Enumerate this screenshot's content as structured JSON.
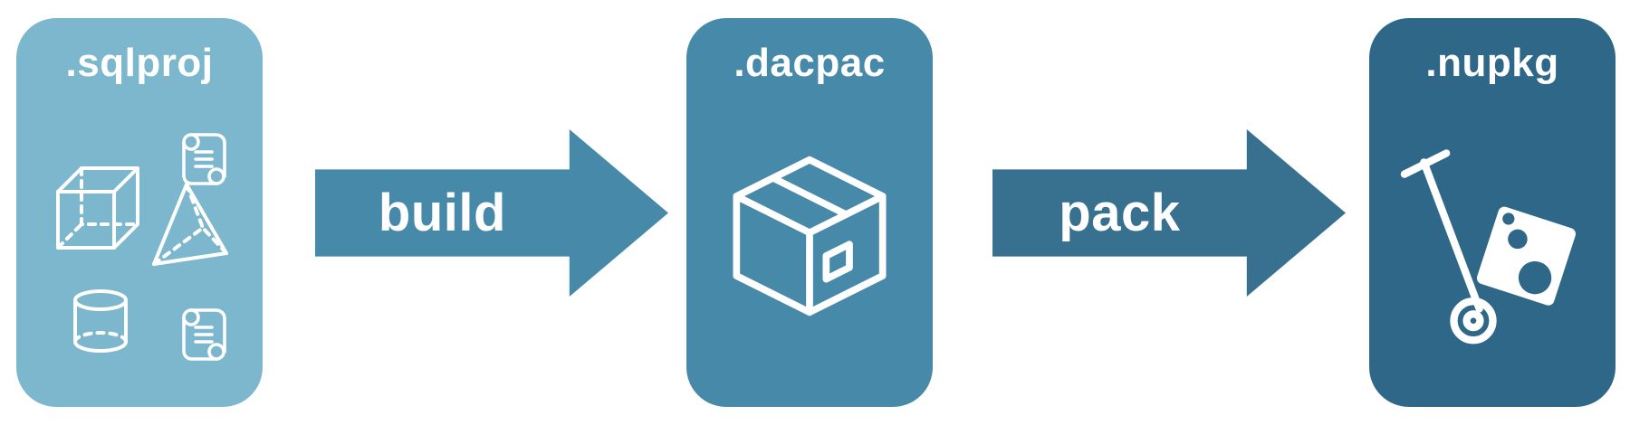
{
  "diagram": {
    "background_color": "#ffffff",
    "text_color": "#ffffff",
    "nodes": [
      {
        "id": "sqlproj",
        "label": ".sqlproj",
        "color": "#7cb7cd",
        "icon": "sql-objects-icon",
        "icon_parts": [
          "scroll-icon",
          "cube-icon",
          "pyramid-icon",
          "cylinder-icon",
          "scroll-icon"
        ]
      },
      {
        "id": "dacpac",
        "label": ".dacpac",
        "color": "#4789a9",
        "icon": "package-box-icon"
      },
      {
        "id": "nupkg",
        "label": ".nupkg",
        "color": "#2e6788",
        "icon": "hand-truck-package-icon"
      }
    ],
    "arrows": [
      {
        "id": "build",
        "label": "build",
        "color": "#4789a9",
        "direction": "right"
      },
      {
        "id": "pack",
        "label": "pack",
        "color": "#38708f",
        "direction": "right"
      }
    ]
  }
}
